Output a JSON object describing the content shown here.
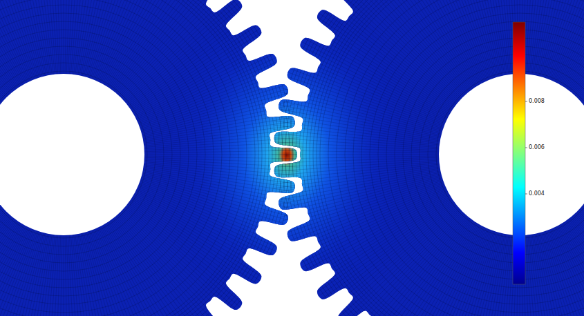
{
  "diagram": {
    "labels": [
      "0.008",
      "0.006",
      "0.004"
    ]
  }
}
